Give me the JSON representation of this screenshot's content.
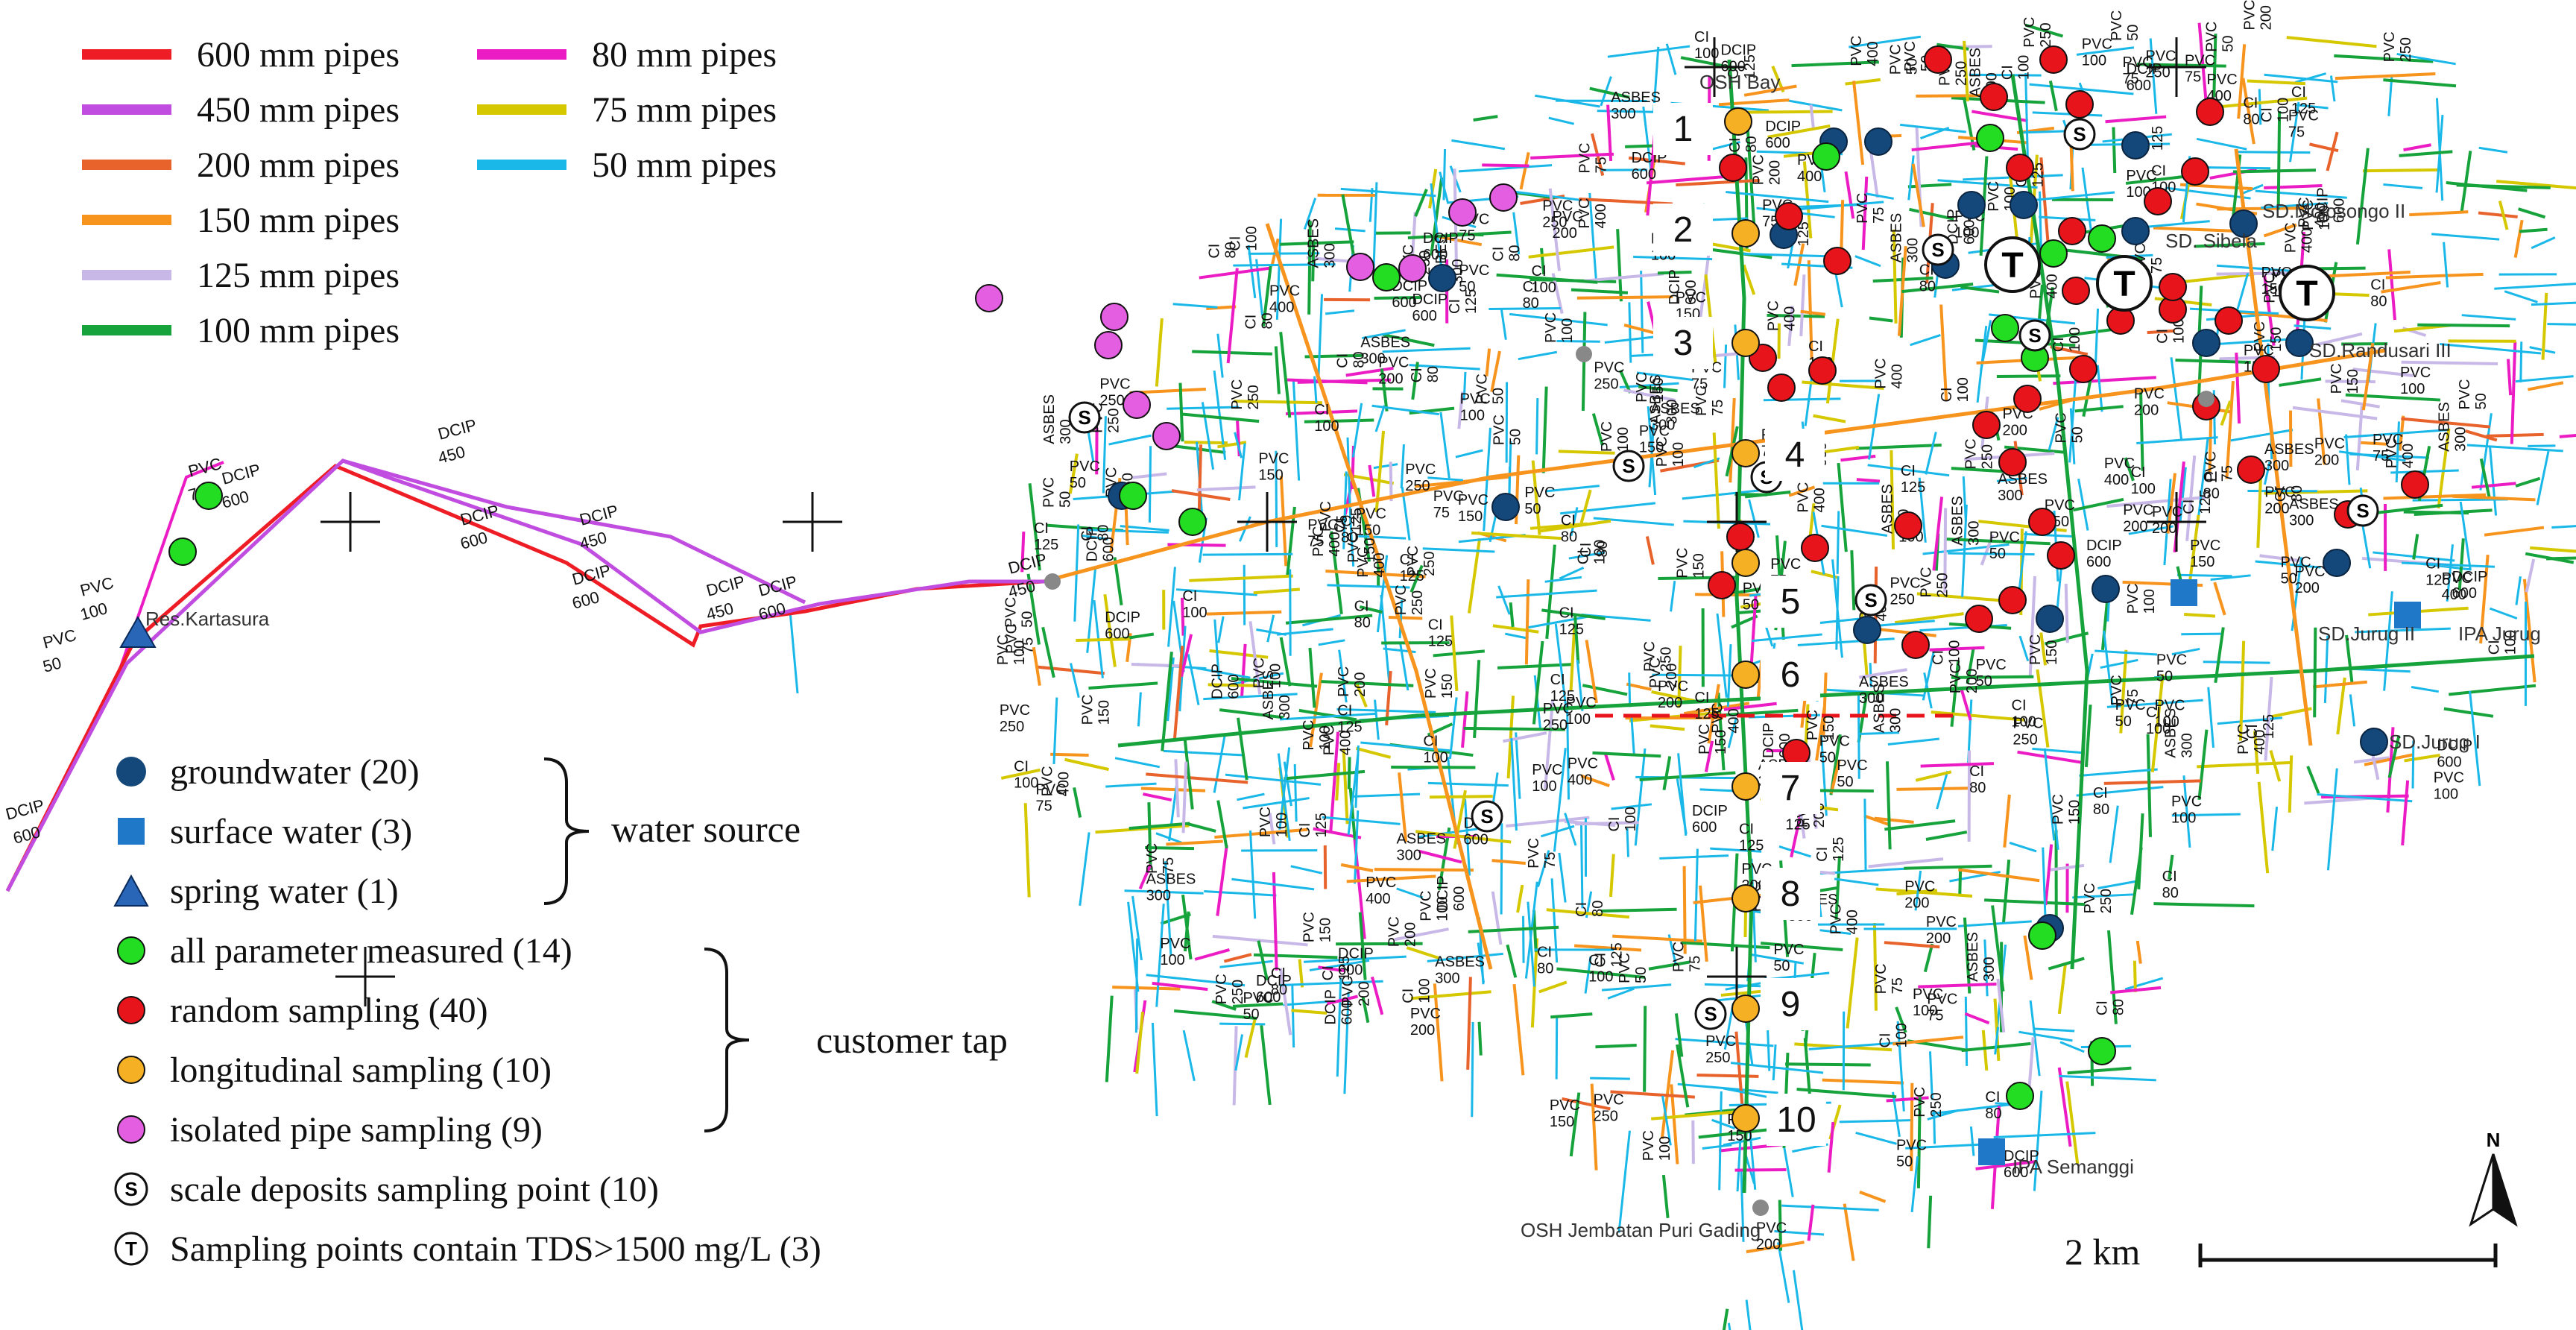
{
  "pipe_legend": [
    {
      "label": "600 mm pipes",
      "color": "#ee1c24"
    },
    {
      "label": "450 mm pipes",
      "color": "#c04de0"
    },
    {
      "label": "200 mm pipes",
      "color": "#e8622c"
    },
    {
      "label": "150 mm pipes",
      "color": "#f7941d"
    },
    {
      "label": "125 mm pipes",
      "color": "#c8b8e8"
    },
    {
      "label": "100 mm pipes",
      "color": "#17a33b"
    },
    {
      "label": "80 mm pipes",
      "color": "#ec1cc4"
    },
    {
      "label": "75 mm pipes",
      "color": "#d6c800"
    },
    {
      "label": "50 mm pipes",
      "color": "#1ab8e8"
    }
  ],
  "symbol_legend": {
    "groundwater": "groundwater (20)",
    "surface": "surface water (3)",
    "spring": "spring water (1)",
    "all_param": "all parameter measured (14)",
    "random": "random sampling (40)",
    "longitudinal": "longitudinal sampling (10)",
    "isolated": "isolated pipe sampling (9)",
    "scale": "scale deposits sampling point (10)",
    "tds": "Sampling points contain TDS>1500 mg/L (3)",
    "water_source": "water source",
    "customer_tap": "customer tap",
    "scale_symbol": "S",
    "tds_symbol": "T"
  },
  "colors": {
    "groundwater": "#14487a",
    "surface": "#1f78c8",
    "spring": "#2966b8",
    "all_param": "#22dd22",
    "random": "#e8141c",
    "longitudinal": "#f5b024",
    "isolated": "#e35ee0"
  },
  "zones": [
    "1",
    "2",
    "3",
    "4",
    "5",
    "6",
    "7",
    "8",
    "9",
    "10"
  ],
  "places": {
    "res_kartasura": "Res.Kartasura",
    "osh_bay": "OSH Bay",
    "sd_mojosongo": "SD.Mojosongo II",
    "sd_sibela": "SD. Sibela",
    "sd_randusari": "SD.Randusari III",
    "sd_jurug2": "SD.Jurug II",
    "ipa_jurug": "IPA  Jurug",
    "sd_jurug1": "SD.Jurug I",
    "ipa_semanggi": "IPA Semanggi",
    "osh_jembatan": "OSH Jembatan Puri Gading"
  },
  "trunk_labels": [
    {
      "text": "DCIP"
    },
    {
      "text": "450"
    },
    {
      "text": "DCIP"
    },
    {
      "text": "600"
    },
    {
      "text": "DCIP"
    },
    {
      "text": "450"
    },
    {
      "text": "DCIP"
    },
    {
      "text": "600"
    },
    {
      "text": "DCIP"
    },
    {
      "text": "450"
    },
    {
      "text": "DCIP"
    },
    {
      "text": "600"
    },
    {
      "text": "DCIP"
    },
    {
      "text": "450"
    },
    {
      "text": "DCIP"
    },
    {
      "text": "600"
    },
    {
      "text": "DCIP"
    },
    {
      "text": "600"
    },
    {
      "text": "PVC"
    },
    {
      "text": "75"
    },
    {
      "text": "PVC"
    },
    {
      "text": "100"
    },
    {
      "text": "PVC"
    },
    {
      "text": "50"
    }
  ],
  "network_tags": [
    "PVC",
    "100",
    "PVC",
    "50",
    "PVC",
    "75",
    "PVC",
    "150",
    "CI",
    "80",
    "CI",
    "125",
    "PVC",
    "200",
    "ASBES",
    "300",
    "PVC",
    "400",
    "DCIP",
    "600",
    "PVC",
    "250",
    "CI",
    "100"
  ],
  "scale_label": "2 km",
  "north_label": "N"
}
